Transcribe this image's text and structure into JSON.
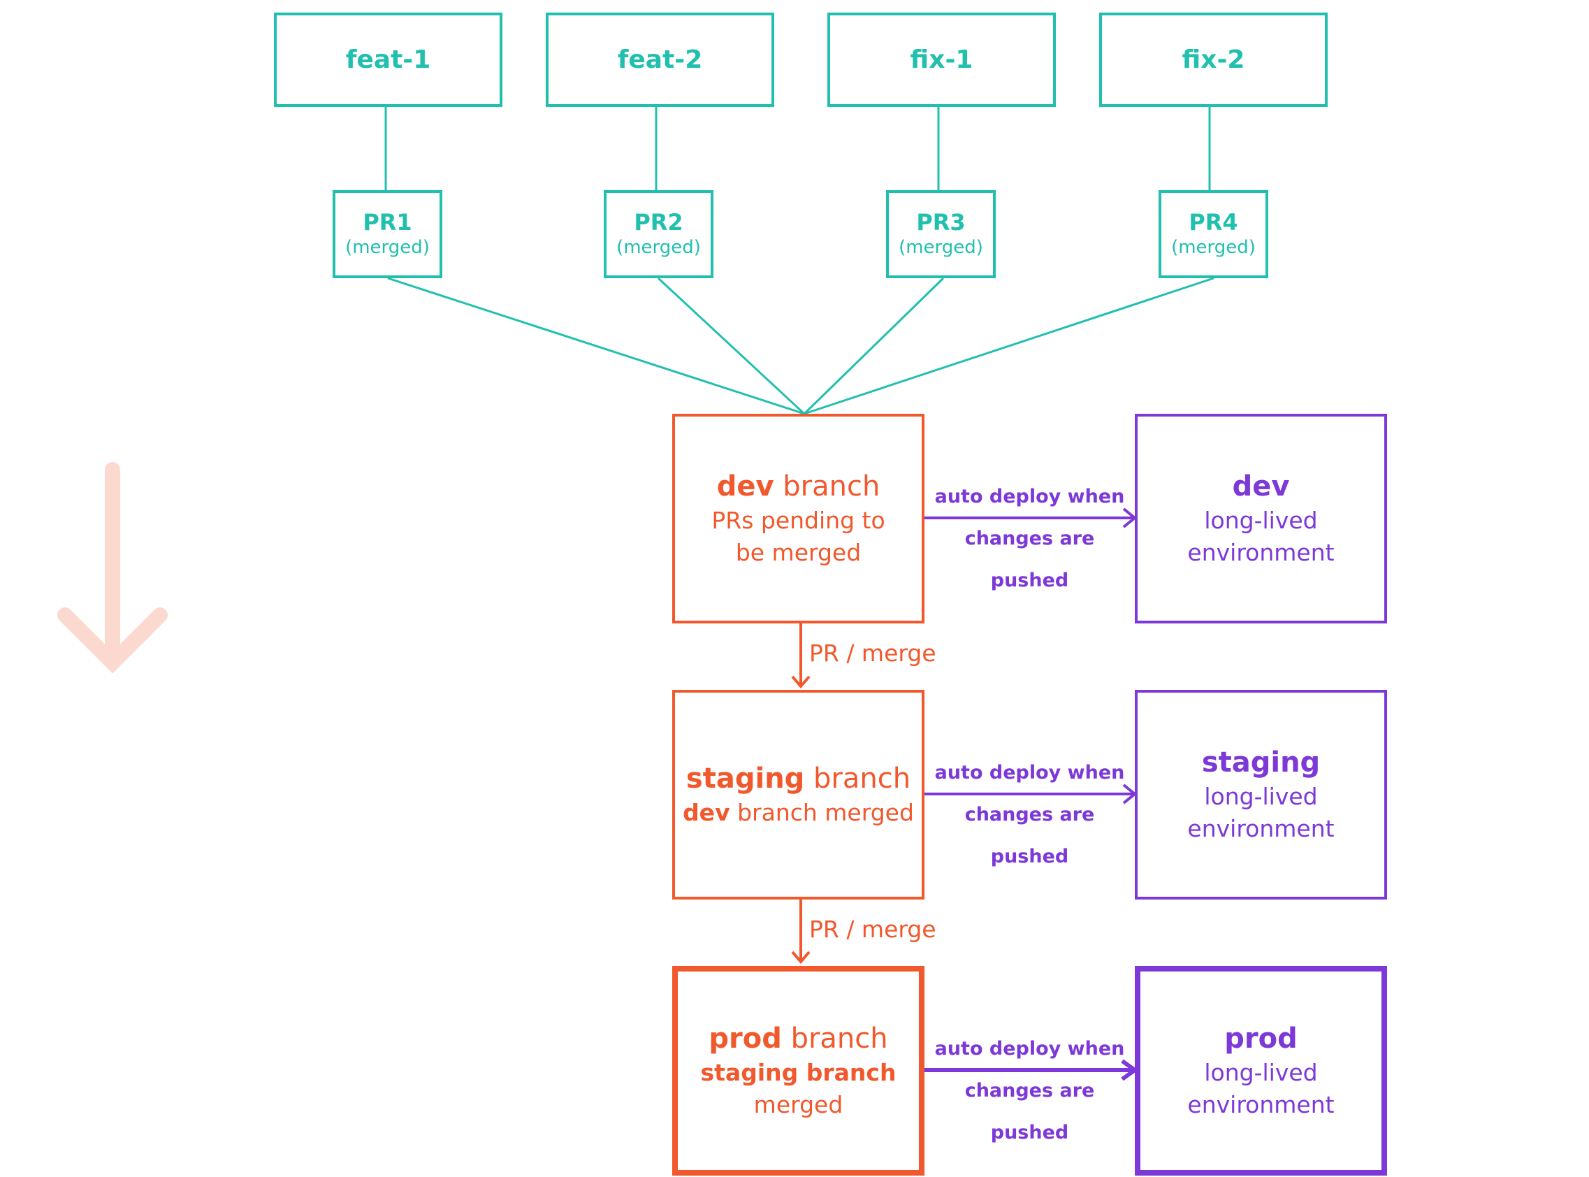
{
  "features": [
    "feat-1",
    "feat-2",
    "fix-1",
    "fix-2"
  ],
  "pull_requests": [
    {
      "label": "PR1",
      "status": "(merged)"
    },
    {
      "label": "PR2",
      "status": "(merged)"
    },
    {
      "label": "PR3",
      "status": "(merged)"
    },
    {
      "label": "PR4",
      "status": "(merged)"
    }
  ],
  "branches": [
    {
      "name": "dev",
      "suffix": "branch",
      "line2": "PRs pending to",
      "line2b": "",
      "line3": "be merged"
    },
    {
      "name": "staging",
      "suffix": "branch",
      "line2": "dev",
      "line2b": "branch merged",
      "line3": ""
    },
    {
      "name": "prod",
      "suffix": "branch",
      "line2": "staging branch",
      "line2b": "",
      "line3": "merged"
    }
  ],
  "environments": [
    {
      "name": "dev",
      "line2": "long-lived",
      "line3": "environment"
    },
    {
      "name": "staging",
      "line2": "long-lived",
      "line3": "environment"
    },
    {
      "name": "prod",
      "line2": "long-lived",
      "line3": "environment"
    }
  ],
  "deploy_label": {
    "line1": "auto deploy when",
    "line2": "changes are pushed"
  },
  "merge_label": "PR / merge",
  "colors": {
    "teal": "#21c0ae",
    "orange": "#f1582c",
    "purple": "#7d38d8",
    "faded_arrow": "#fcd9cf"
  }
}
